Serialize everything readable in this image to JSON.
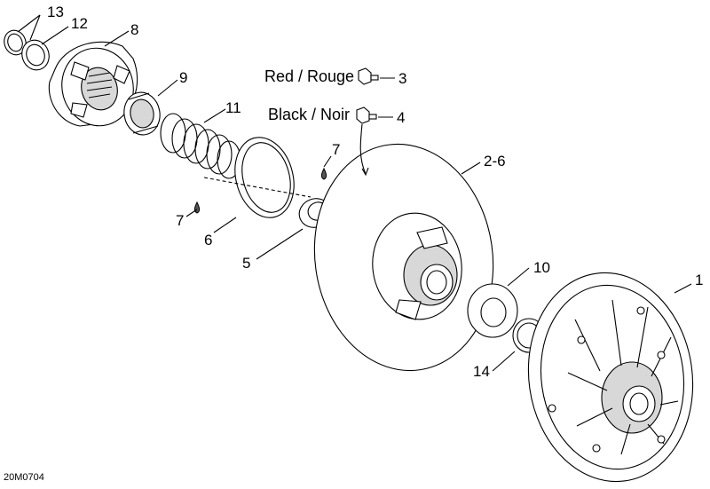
{
  "diagram": {
    "callouts": {
      "c1": "1",
      "c2_6": "2-6",
      "c3": "3",
      "c4": "4",
      "c5": "5",
      "c6": "6",
      "c7a": "7",
      "c7b": "7",
      "c8": "8",
      "c9": "9",
      "c10": "10",
      "c11": "11",
      "c12": "12",
      "c13": "13",
      "c14": "14"
    },
    "legend": {
      "red": "Red / Rouge",
      "black": "Black / Noir"
    },
    "figure_code": "20M0704"
  }
}
